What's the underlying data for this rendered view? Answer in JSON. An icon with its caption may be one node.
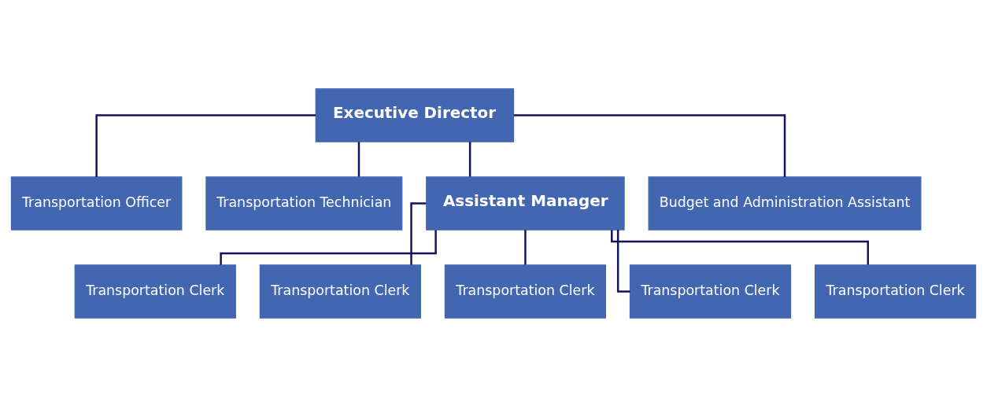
{
  "diagram": {
    "nodes": [
      {
        "text": [
          "Executive Director"
        ]
      },
      {
        "text": [
          "Transportation Officer"
        ]
      },
      {
        "text": [
          "Transportation Technician"
        ]
      },
      {
        "text": [
          "Assistant Manager"
        ]
      },
      {
        "text": [
          "Budget and Administration Assistant"
        ]
      },
      {
        "text": [
          "Transportation Clerk"
        ]
      },
      {
        "text": [
          "Transportation Clerk"
        ]
      },
      {
        "text": [
          "Transportation Clerk"
        ]
      },
      {
        "text": [
          "Transportation Clerk"
        ]
      },
      {
        "text": [
          "Transportation Clerk"
        ]
      }
    ],
    "edges": [
      {
        "from": 0,
        "to": 1,
        "arrow": "none"
      },
      {
        "from": 0,
        "to": 2,
        "arrow": "none"
      },
      {
        "from": 0,
        "to": 3,
        "arrow": "none"
      },
      {
        "from": 0,
        "to": 4,
        "arrow": "none"
      },
      {
        "from": 3,
        "to": 5,
        "arrow": "none"
      },
      {
        "from": 3,
        "to": 6,
        "arrow": "none"
      },
      {
        "from": 3,
        "to": 7,
        "arrow": "none"
      },
      {
        "from": 3,
        "to": 8,
        "arrow": "none"
      },
      {
        "from": 3,
        "to": 9,
        "arrow": "none"
      }
    ]
  }
}
